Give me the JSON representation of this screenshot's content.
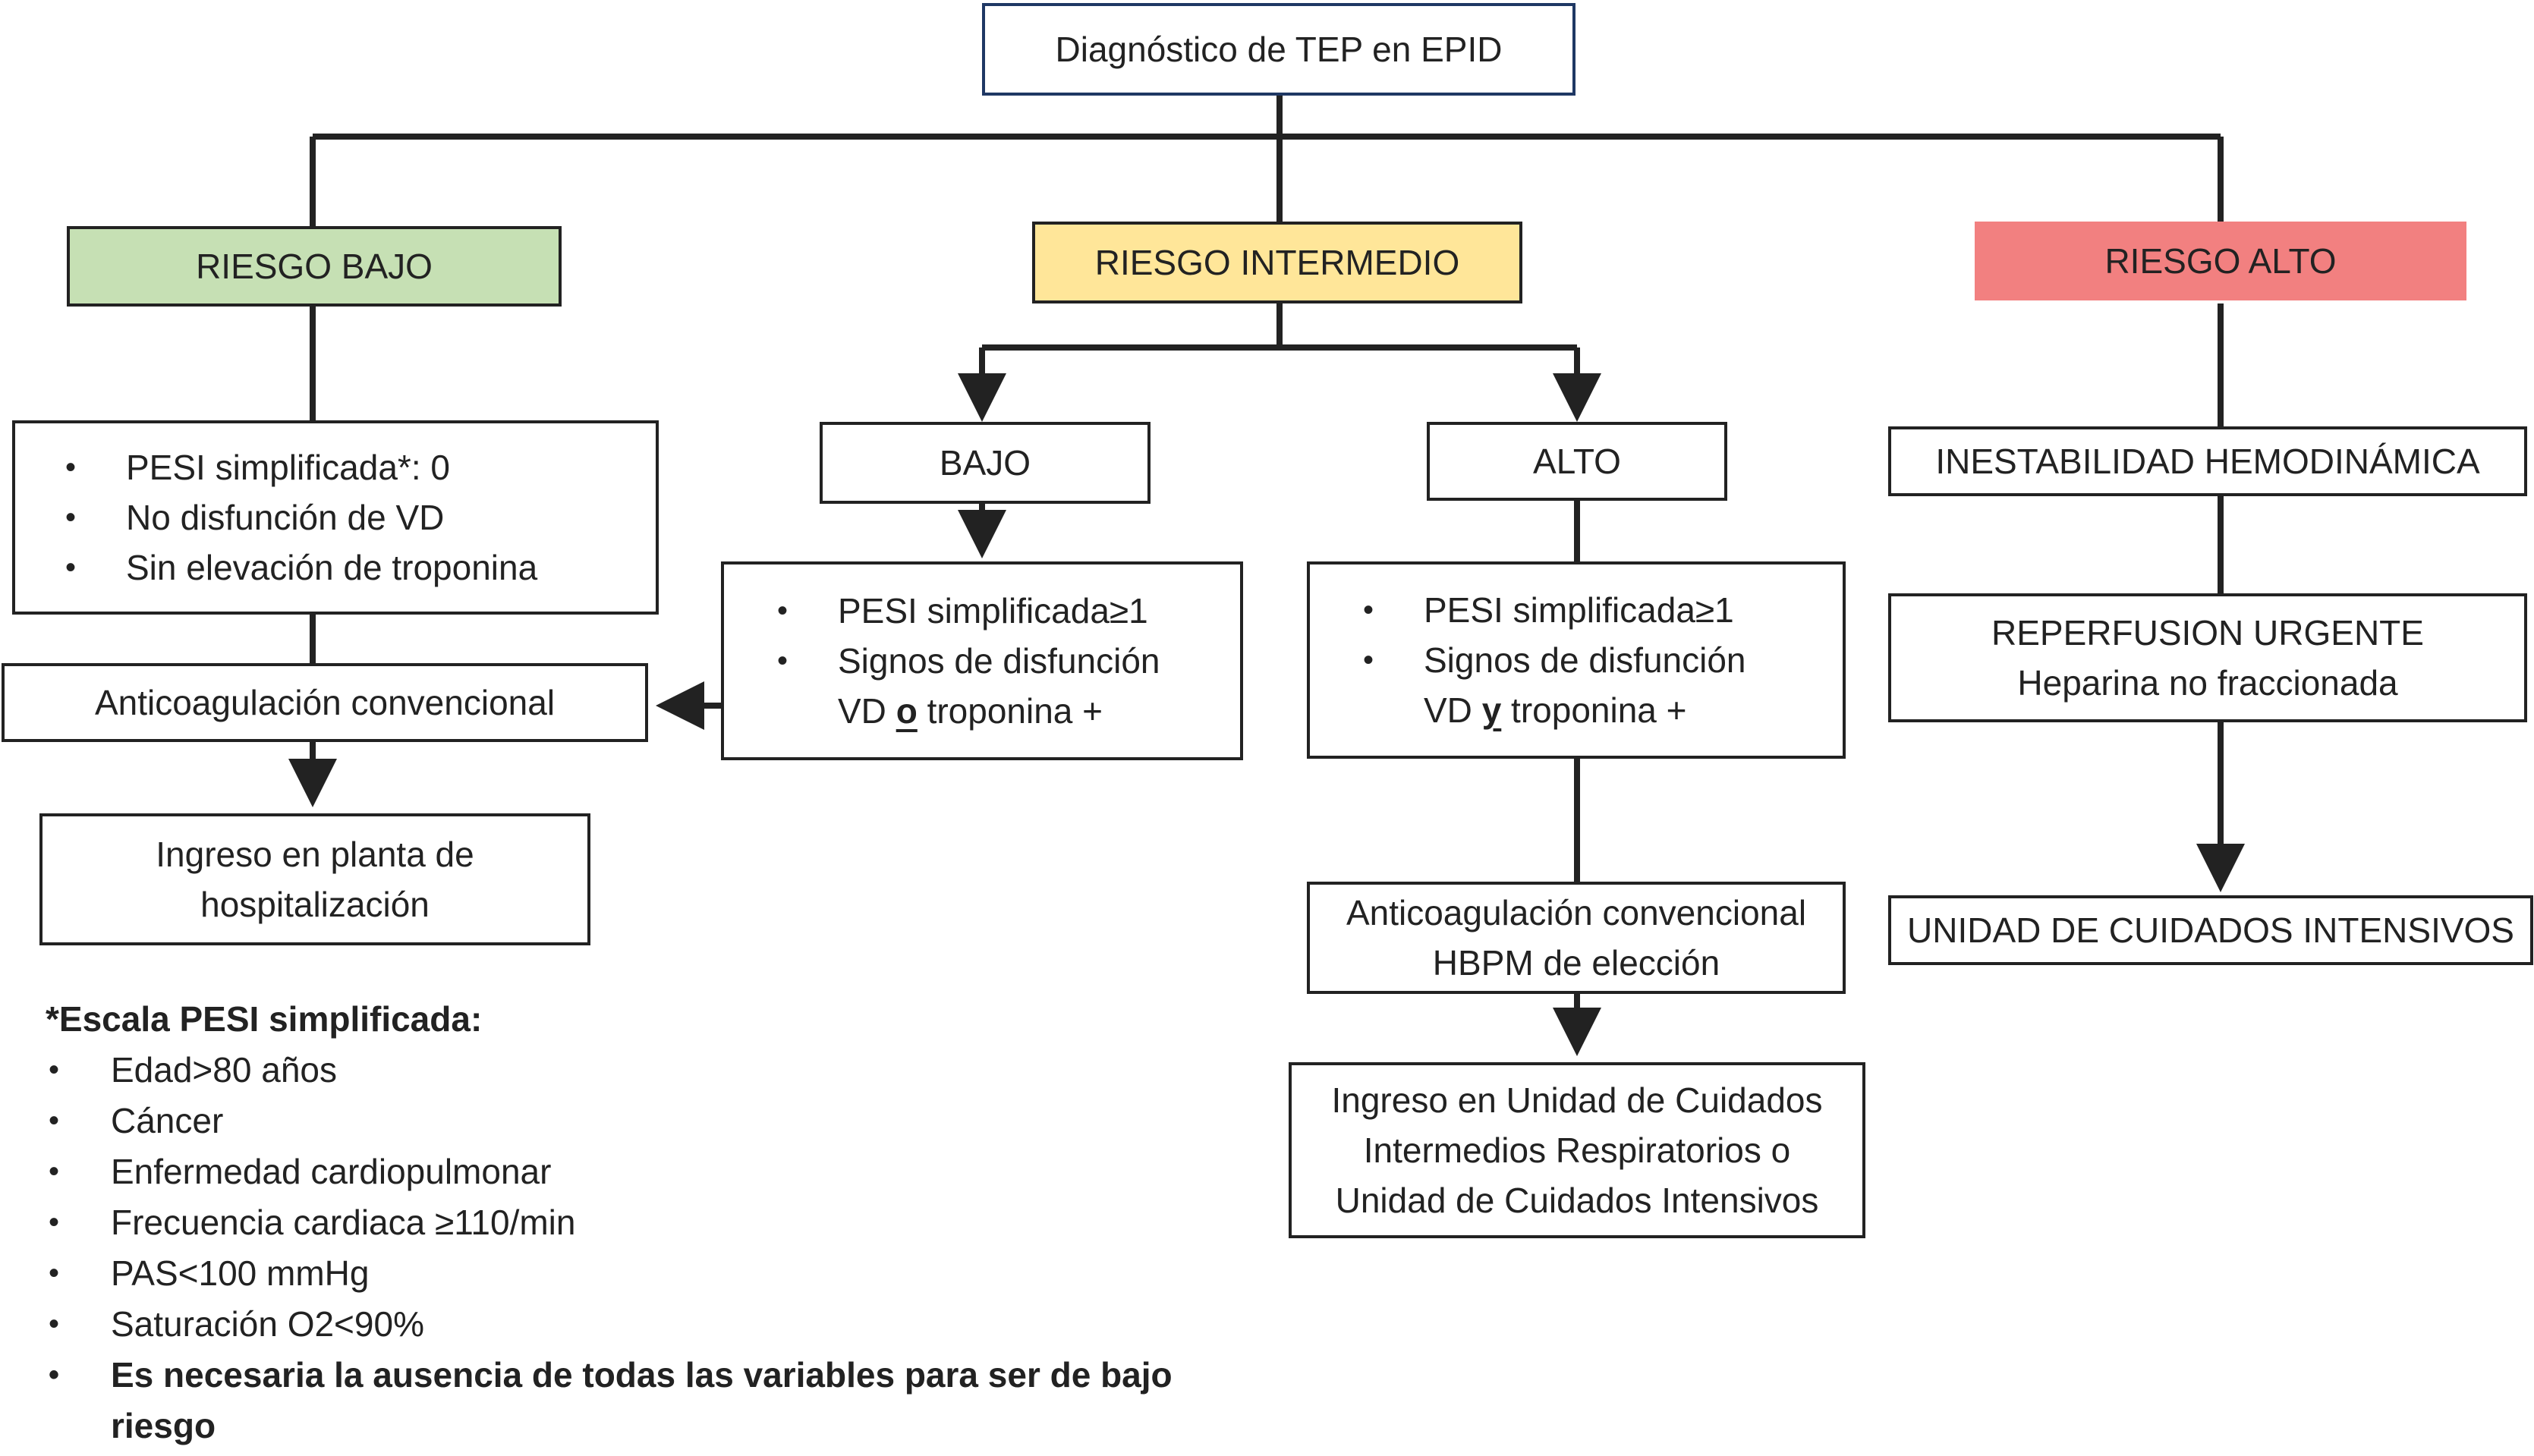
{
  "root": {
    "label": "Diagnóstico de TEP en EPID"
  },
  "risk_low": {
    "label": "RIESGO BAJO",
    "color": "#c6e0b4",
    "criteria": [
      "PESI simplificada*: 0",
      "No disfunción de VD",
      "Sin elevación de troponina"
    ],
    "treatment": "Anticoagulación convencional",
    "admission": [
      "Ingreso en planta de",
      "hospitalización"
    ]
  },
  "risk_intermediate": {
    "label": "RIESGO INTERMEDIO",
    "color": "#ffe699",
    "low": {
      "label": "BAJO",
      "criteria": [
        "PESI simplificada≥1",
        "Signos de disfunción"
      ],
      "line3_pre": "VD ",
      "line3_conj": "o",
      "line3_post": " troponina +"
    },
    "high": {
      "label": "ALTO",
      "criteria": [
        "PESI simplificada≥1",
        "Signos de disfunción"
      ],
      "line3_pre": "VD ",
      "line3_conj": "y",
      "line3_post": " troponina +",
      "treatment": [
        "Anticoagulación convencional",
        "HBPM de elección"
      ],
      "admission": [
        "Ingreso en Unidad de Cuidados",
        "Intermedios Respiratorios o",
        "Unidad de Cuidados Intensivos"
      ]
    }
  },
  "risk_high": {
    "label": "RIESGO ALTO",
    "color": "#f28080",
    "condition": "INESTABILIDAD HEMODINÁMICA",
    "treatment": [
      "REPERFUSION URGENTE",
      "Heparina no fraccionada"
    ],
    "admission": "UNIDAD DE CUIDADOS INTENSIVOS"
  },
  "legend": {
    "title": "*Escala PESI simplificada:",
    "items": [
      "Edad>80 años",
      "Cáncer",
      "Enfermedad cardiopulmonar",
      "Frecuencia cardiaca ≥110/min",
      "PAS<100 mmHg",
      "Saturación O2<90%"
    ],
    "note_line1": "Es necesaria la ausencia de todas las variables para ser de bajo",
    "note_line2": "riesgo"
  }
}
